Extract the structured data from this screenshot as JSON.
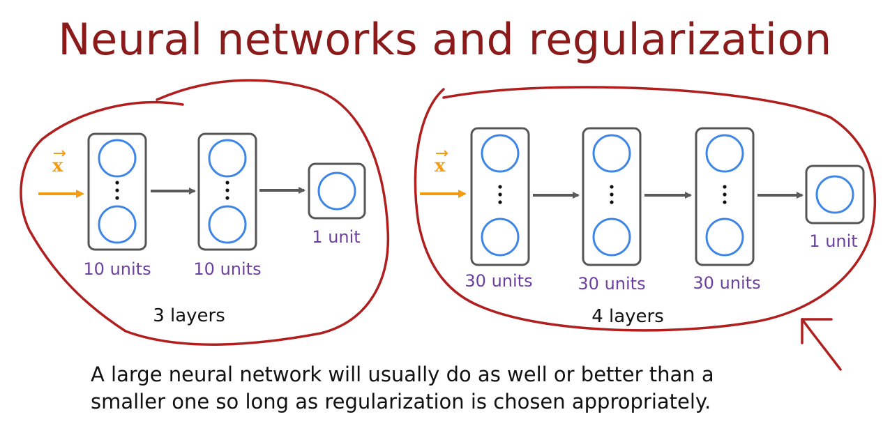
{
  "title": "Neural networks and regularization",
  "small_network": {
    "input_label": "x",
    "layer_labels": [
      "10 units",
      "10 units",
      "1 unit"
    ],
    "summary": "3 layers"
  },
  "large_network": {
    "input_label": "x",
    "layer_labels": [
      "30 units",
      "30 units",
      "30 units",
      "1 unit"
    ],
    "summary": "4 layers"
  },
  "caption": {
    "line1": "A large neural network will usually do as well or better than a",
    "line2": "smaller one so long as regularization is chosen appropriately."
  },
  "colors": {
    "title": "#8b1a1a",
    "annotation": "#b01e1e",
    "neuron": "#3d85e6",
    "box": "#555555",
    "arrow": "#5a5a5a",
    "input_arrow": "#f39c12",
    "unit_label": "#6b3fa0"
  },
  "icons": {
    "dots": "vertical-ellipsis-icon"
  }
}
